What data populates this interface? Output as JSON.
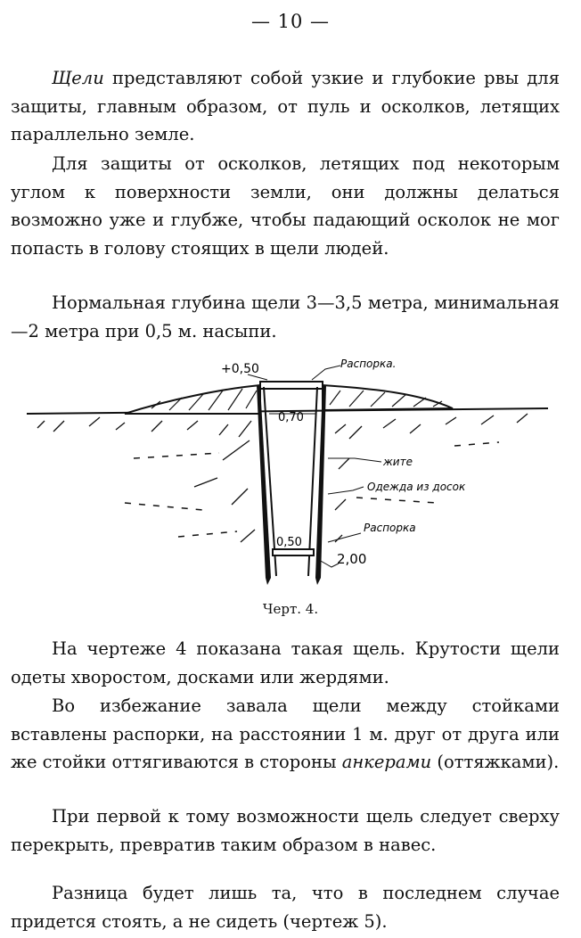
{
  "page_number": "— 10 —",
  "paragraphs": [
    {
      "lead_italic": "Щели",
      "text": " представляют собой узкие и глубокие рвы для защиты, главным образом, от пуль и осколков, летящих параллельно земле."
    },
    {
      "text": "Для защиты от осколков, летящих под некоторым углом к поверхности земли, они должны делаться возможно уже и глубже, чтобы падающий осколок не мог попасть в голову стоящих в щели людей."
    },
    {
      "text": "Нормальная глубина щели 3—3,5 метра, минимальная—2 метра при 0,5 м. насыпи."
    },
    {
      "text": "На чертеже 4 показана такая щель. Крутости щели одеты хворостом, досками или жердями."
    },
    {
      "text_before": "Во избежание завала щели между стойками вставлены распорки, на расстоянии 1 м. друг от друга или же стойки оттягиваются в стороны ",
      "italic": "анкерами",
      "text_after": " (оттяжками)."
    },
    {
      "text": "При первой к тому возможности щель следует сверху перекрыть, превратив таким образом в навес."
    },
    {
      "text": "Разница будет лишь та, что в последнем случае придется стоять, а не сидеть (чертеж 5)."
    }
  ],
  "figure": {
    "labels": {
      "top_height": "+0,50",
      "top_brace": "Распорка.",
      "top_width": "0,70",
      "right_1": "жите",
      "right_2": "Одежда из досок",
      "bottom_width": "0,50",
      "bottom_brace": "Распорка",
      "depth": "2,00"
    },
    "caption": "Черт. 4."
  }
}
